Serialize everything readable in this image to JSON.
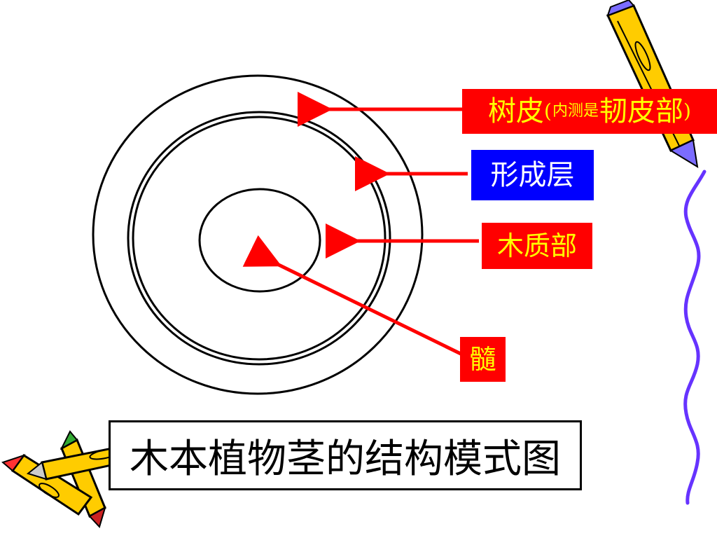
{
  "colors": {
    "arrow": "#ff0000",
    "label_bg_red": "#ff0000",
    "label_bg_blue": "#0000ff",
    "label_text_yellow": "#ffff00",
    "label_text_white": "#ffffff",
    "outline": "#000000",
    "squiggle": "#6633ff",
    "pencil_body": "#ffcc00",
    "pencil_tip": "#7b6cff"
  },
  "labels": {
    "bark": {
      "main": "树皮 ",
      "paren_open": "(",
      "small": "内测是",
      "rest": "韧皮部",
      "paren_close": ")"
    },
    "cambium": "形成层",
    "xylem": "木质部",
    "pith": "髓"
  },
  "title": "木本植物茎的结构模式图",
  "decorations": [
    "pencil-icon",
    "pencil-cluster-icon",
    "squiggle-line"
  ]
}
